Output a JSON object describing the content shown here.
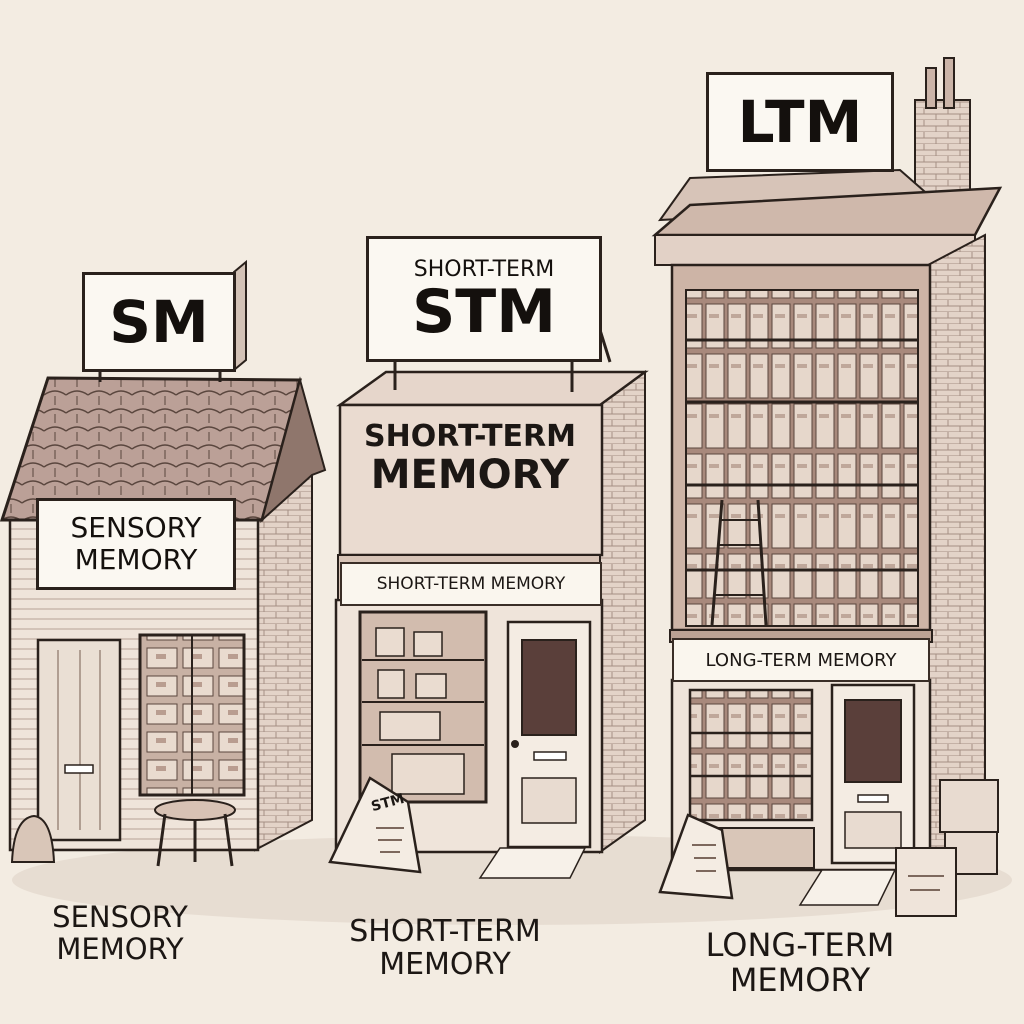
{
  "palette": {
    "background": "#f3ece2",
    "ink": "#2a211c",
    "wall": "#e8d9cf",
    "roof": "#b59a90",
    "wood": "#c8ac9a",
    "paper": "#fbf8f2"
  },
  "buildings": [
    {
      "name": "sensory-memory",
      "roof_sign": "SM",
      "facade_sign_line1": "SENSORY",
      "facade_sign_line2": "MEMORY",
      "caption_line1": "SENSORY",
      "caption_line2": "MEMORY"
    },
    {
      "name": "short-term-memory",
      "roof_sign_small": "SHORT-TERM",
      "roof_sign": "STM",
      "facade_sign_line1": "SHORT-TERM",
      "facade_sign_line2": "MEMORY",
      "storefront_banner": "SHORT-TERM MEMORY",
      "sandwich_board": "STM",
      "caption_line1": "SHORT-TERM",
      "caption_line2": "MEMORY"
    },
    {
      "name": "long-term-memory",
      "roof_sign": "LTM",
      "storefront_banner": "LONG-TERM MEMORY",
      "caption_line1": "LONG-TERM",
      "caption_line2": "MEMORY"
    }
  ]
}
